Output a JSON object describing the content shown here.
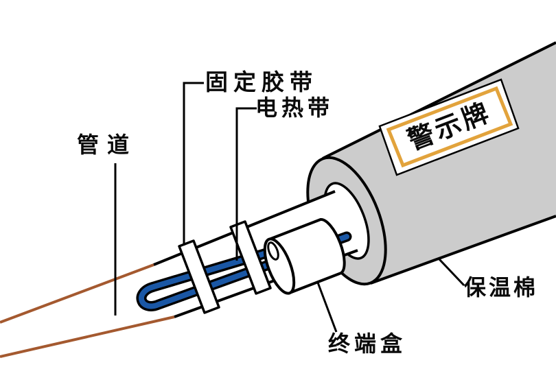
{
  "diagram": {
    "labels": {
      "pipe": "管道",
      "fixing_tape": "固定胶带",
      "heating_cable": "电热带",
      "warning_sign": "警示牌",
      "terminal_box": "终端盒",
      "insulation": "保温棉"
    },
    "colors": {
      "background": "#ffffff",
      "outline": "#000000",
      "pipe_line_brown": "#a4592f",
      "heating_cable_blue": "#1a57a5",
      "insulation_gray": "#cccccc",
      "warning_border_orange": "#e2a33c"
    }
  }
}
